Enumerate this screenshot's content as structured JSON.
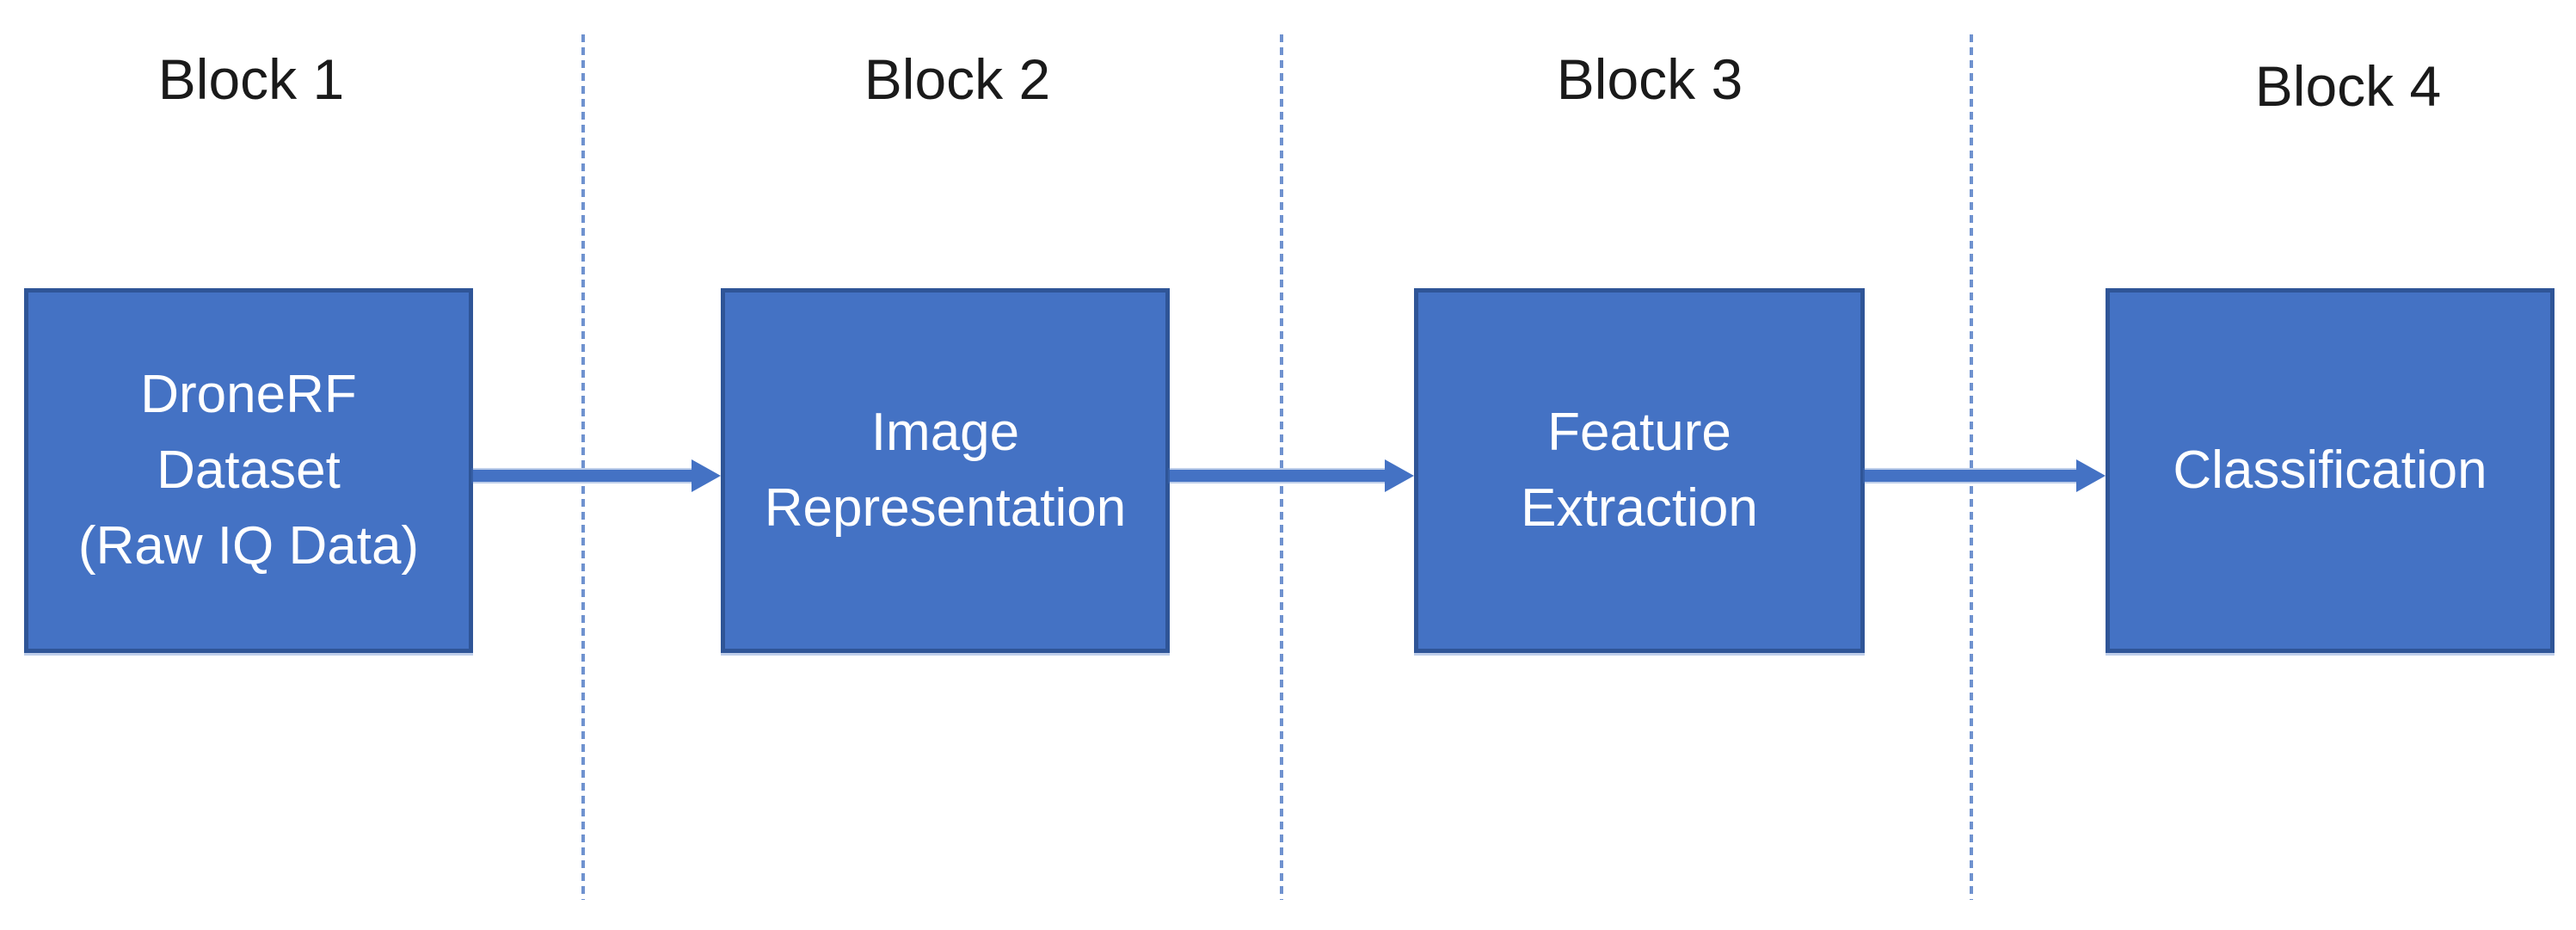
{
  "diagram": {
    "columns": [
      {
        "label": "Block 1"
      },
      {
        "label": "Block 2"
      },
      {
        "label": "Block 3"
      },
      {
        "label": "Block 4"
      }
    ],
    "boxes": [
      {
        "name": "dronerf-dataset",
        "lines": [
          "DroneRF",
          "Dataset",
          "(Raw IQ Data)"
        ]
      },
      {
        "name": "image-representation",
        "lines": [
          "Image",
          "Representation"
        ]
      },
      {
        "name": "feature-extraction",
        "lines": [
          "Feature",
          "Extraction"
        ]
      },
      {
        "name": "classification",
        "lines": [
          "Classification"
        ]
      }
    ],
    "arrows": [
      {
        "from": "dronerf-dataset",
        "to": "image-representation"
      },
      {
        "from": "image-representation",
        "to": "feature-extraction"
      },
      {
        "from": "feature-extraction",
        "to": "classification"
      }
    ],
    "colors": {
      "background": "#ffffff",
      "box_fill": "#4472c4",
      "box_border": "#2f5597",
      "box_text": "#ffffff",
      "arrow": "#4472c4",
      "divider": "#6f92cf",
      "label_text": "#1a1a1a"
    }
  }
}
